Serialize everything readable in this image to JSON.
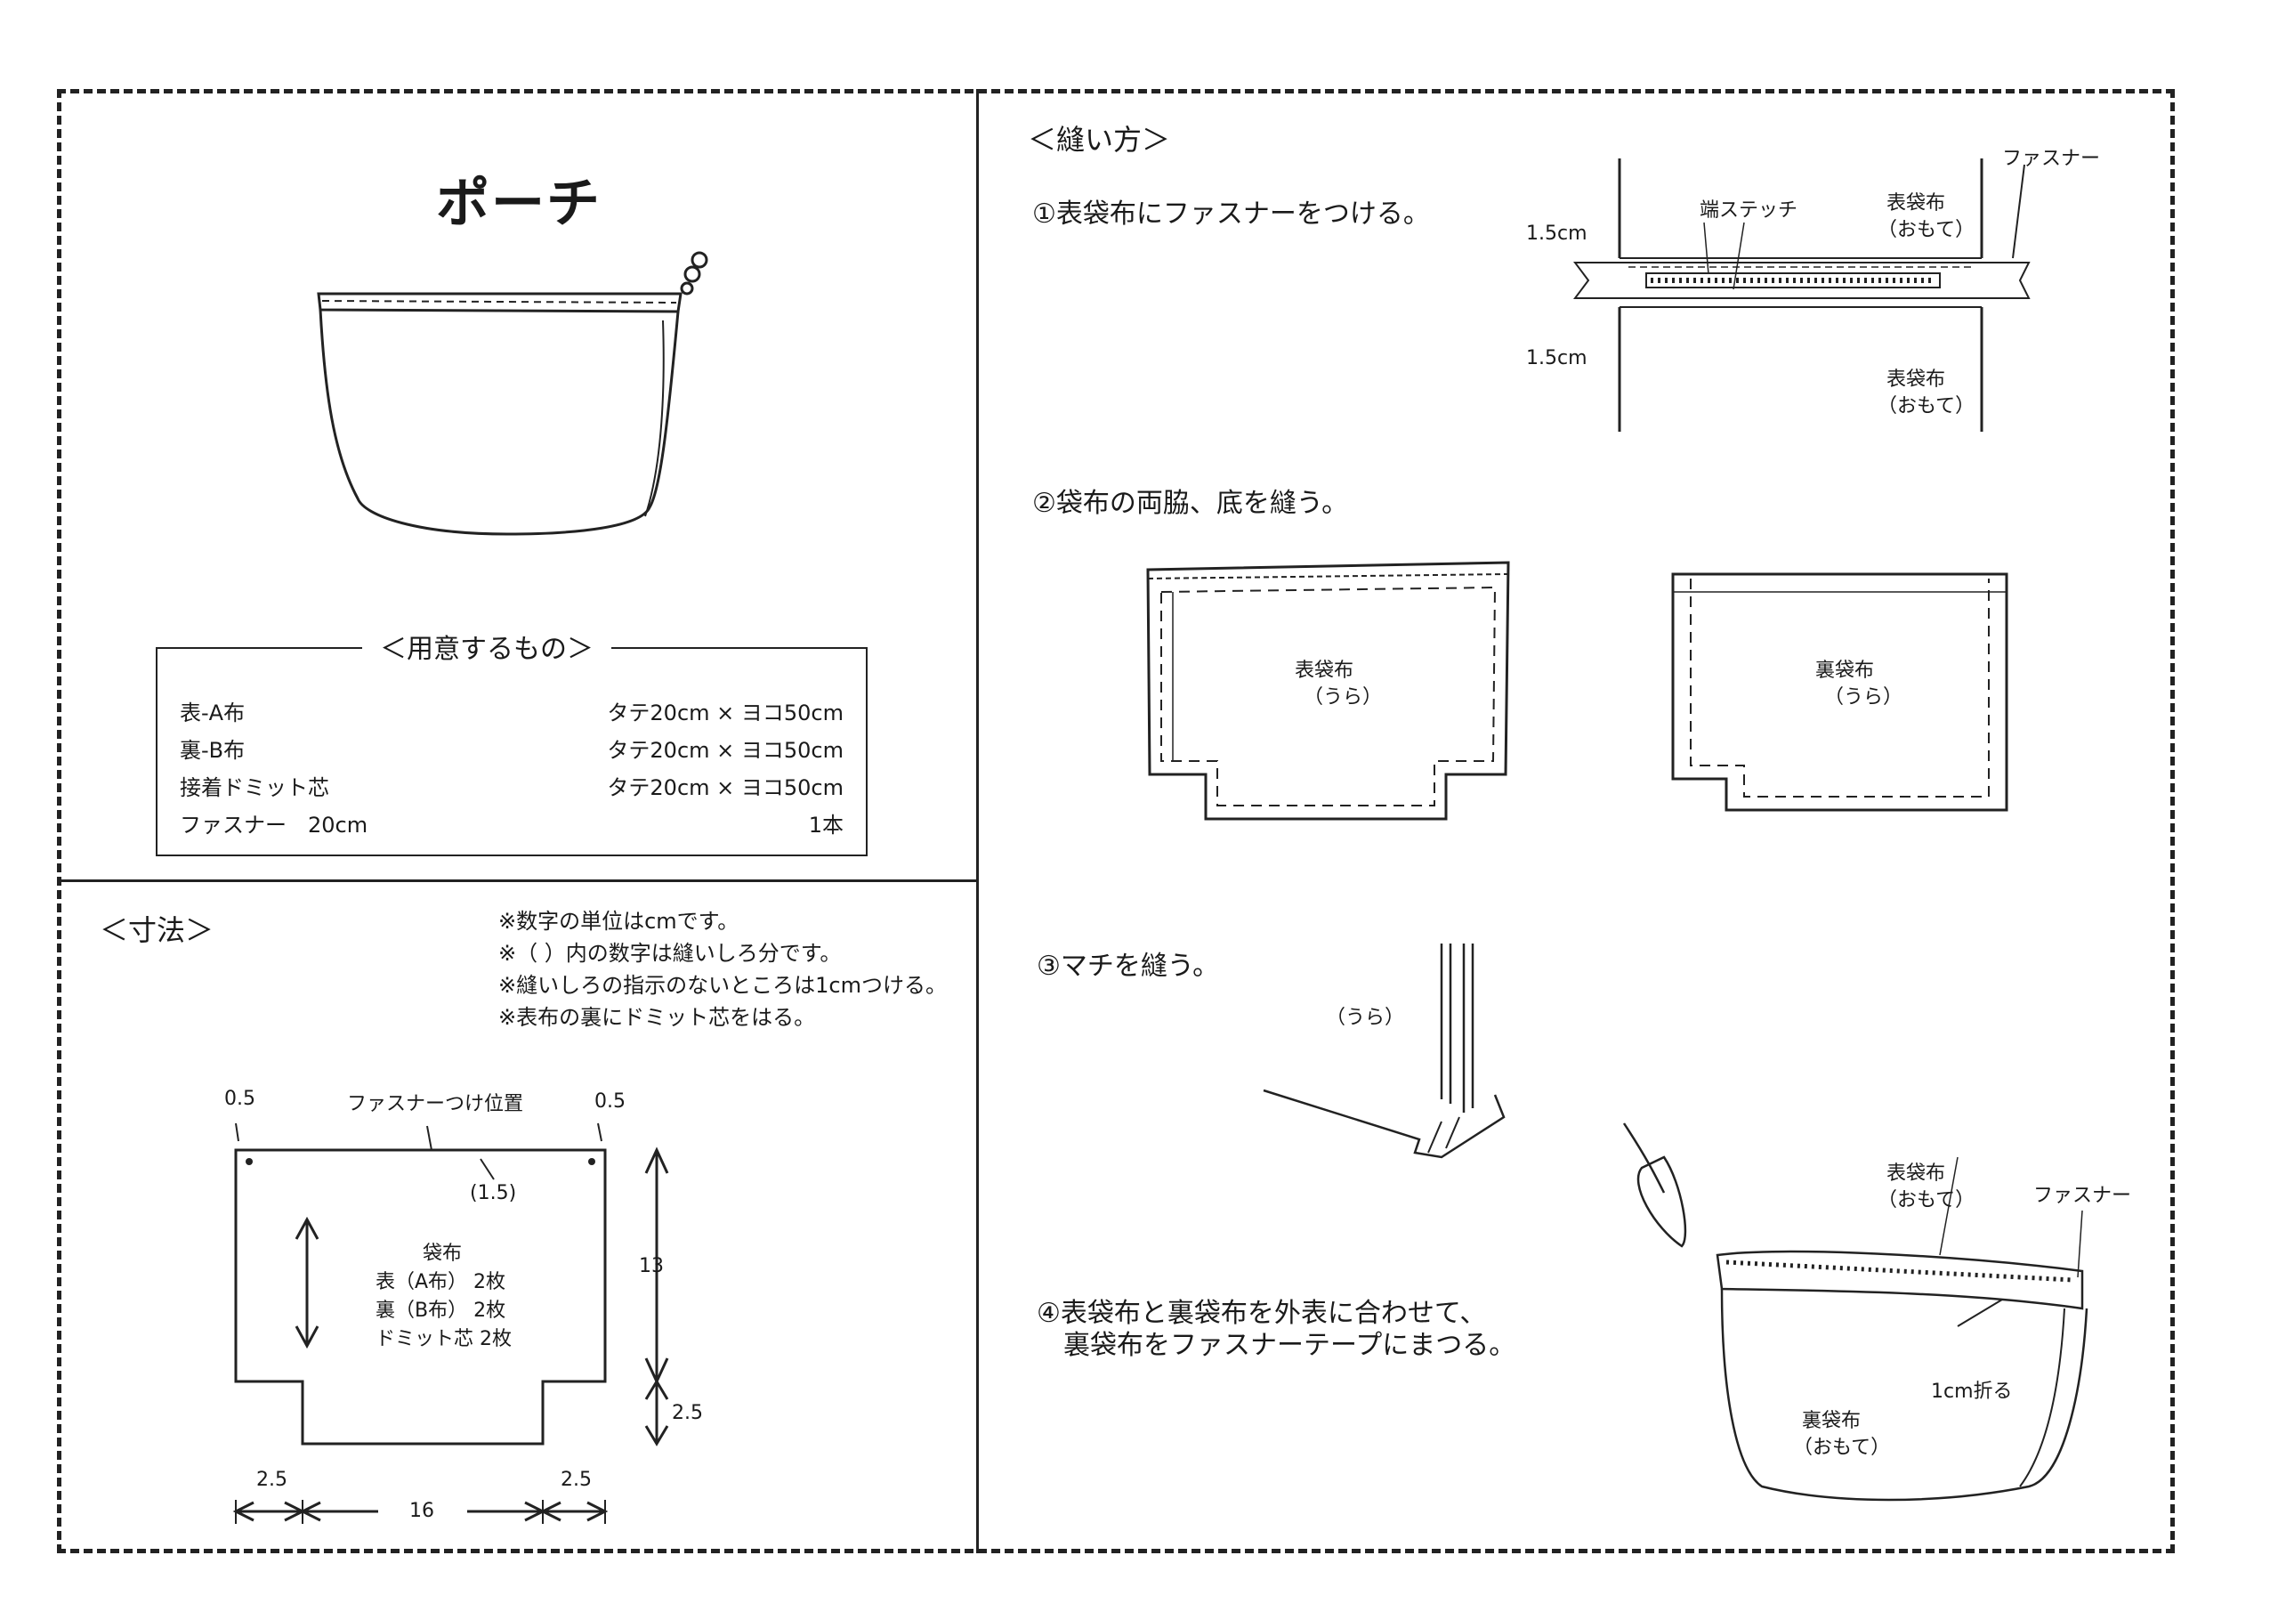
{
  "title": "ポーチ",
  "materials": {
    "heading": "＜用意するもの＞",
    "items": [
      {
        "name": "表-A布",
        "qty": "タテ20cm × ヨコ50cm"
      },
      {
        "name": "裏-B布",
        "qty": "タテ20cm × ヨコ50cm"
      },
      {
        "name": "接着ドミット芯",
        "qty": "タテ20cm × ヨコ50cm"
      },
      {
        "name": "ファスナー　20cm",
        "qty": "1本"
      }
    ]
  },
  "dimensions": {
    "heading": "＜寸法＞",
    "notes": [
      "※数字の単位はcmです。",
      "※（ ）内の数字は縫いしろ分です。",
      "※縫いしろの指示のないところは1cmつける。",
      "※表布の裏にドミット芯をはる。"
    ],
    "pattern": {
      "zipper_label": "ファスナーつけ位置",
      "seam_left": "0.5",
      "seam_right": "0.5",
      "seam_allowance": "(1.5)",
      "name": "袋布",
      "lines": [
        "表（A布）  2枚",
        "裏（B布）  2枚",
        "ドミット芯    2枚"
      ],
      "height_main": "13",
      "height_cut": "2.5",
      "width_left": "2.5",
      "width_mid": "16",
      "width_right": "2.5"
    }
  },
  "howto": {
    "heading": "＜縫い方＞",
    "step1": {
      "text": "①表袋布にファスナーをつける。",
      "label_stitch": "端ステッチ",
      "label_outer_top": "表袋布",
      "label_outer_top_sub": "（おもて）",
      "label_zipper": "ファスナー",
      "label_margin_top": "1.5cm",
      "label_margin_bottom": "1.5cm",
      "label_outer_bottom": "表袋布",
      "label_outer_bottom_sub": "（おもて）"
    },
    "step2": {
      "text": "②袋布の両脇、底を縫う。",
      "left_label": "表袋布",
      "left_sub": "（うら）",
      "right_label": "裏袋布",
      "right_sub": "（うら）"
    },
    "step3": {
      "text": "③マチを縫う。",
      "label": "（うら）"
    },
    "step4": {
      "text_line1": "④表袋布と裏袋布を外表に合わせて、",
      "text_line2": "裏袋布をファスナーテープにまつる。",
      "label_outer": "表袋布",
      "label_outer_sub": "（おもて）",
      "label_zipper": "ファスナー",
      "label_fold": "1cm折る",
      "label_lining": "裏袋布",
      "label_lining_sub": "（おもて）"
    }
  }
}
